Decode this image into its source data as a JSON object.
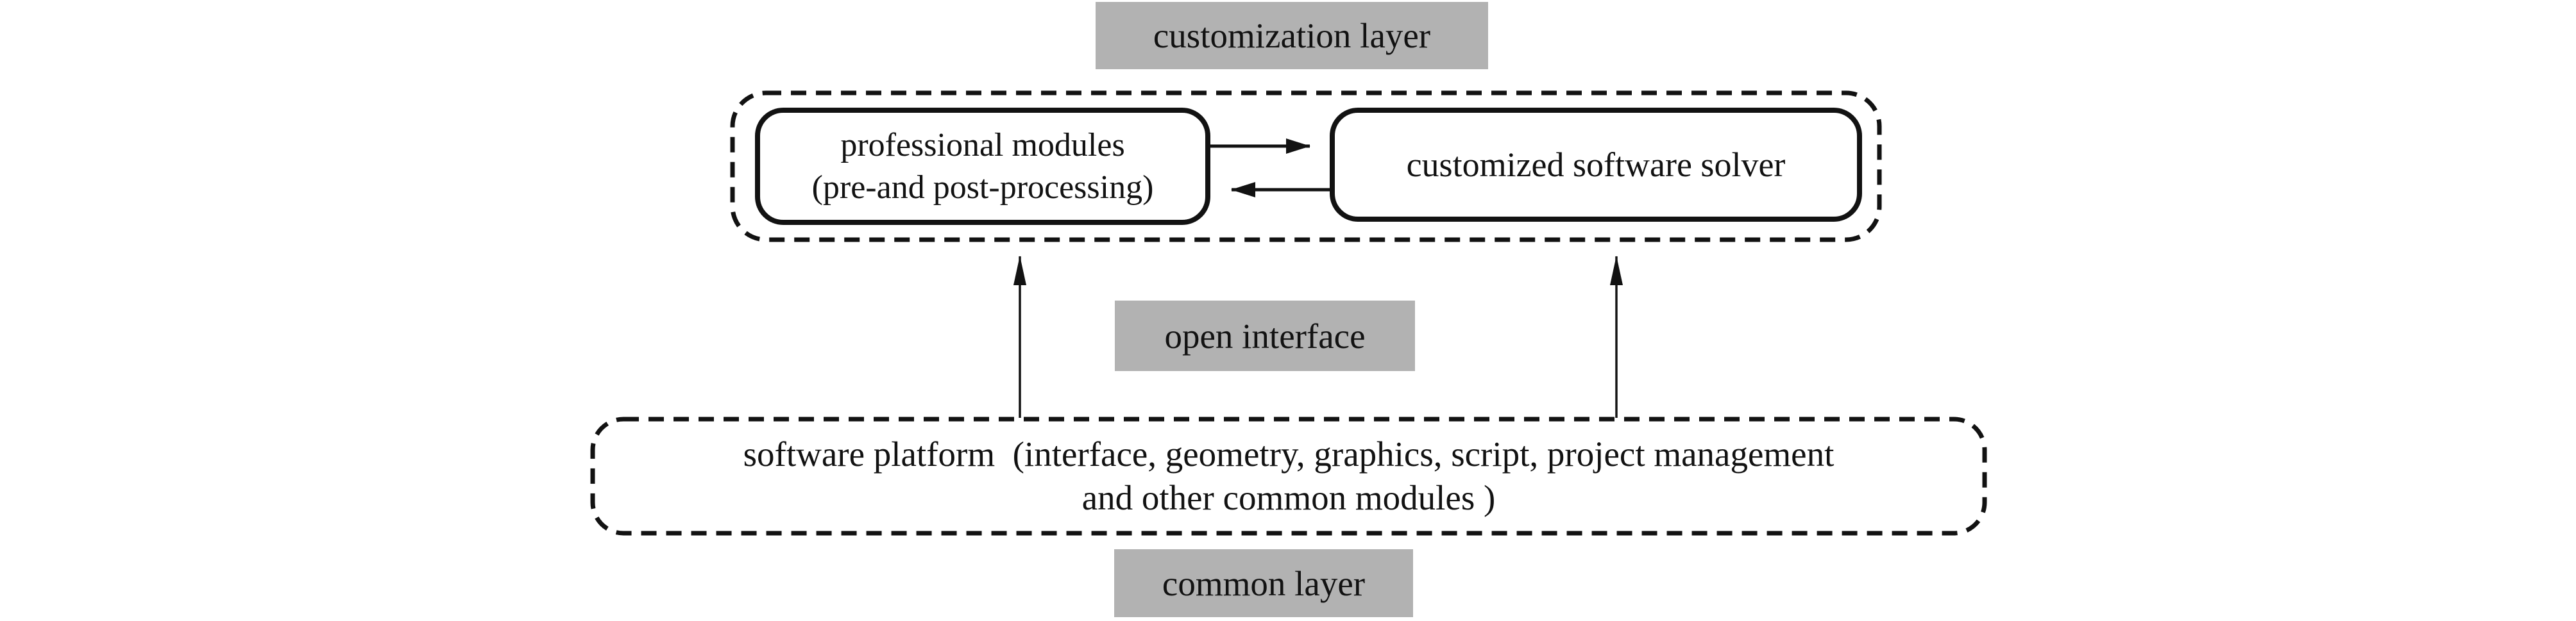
{
  "figure": {
    "layer_labels": {
      "customization": "customization layer",
      "open_interface": "open interface",
      "common": "common layer"
    },
    "nodes": {
      "professional_modules_line1": "professional modules",
      "professional_modules_line2": "(pre-and post-processing)",
      "customized_solver": "customized software solver",
      "software_platform_line1": "software platform  (interface, geometry, graphics, script, project management",
      "software_platform_line2": "and other common modules )"
    },
    "connections": [
      {
        "from": "professional-modules",
        "to": "customized-software-solver",
        "direction": "right"
      },
      {
        "from": "customized-software-solver",
        "to": "professional-modules",
        "direction": "left"
      },
      {
        "from": "software-platform",
        "to": "customization-layer-group",
        "at": "left",
        "direction": "up"
      },
      {
        "from": "software-platform",
        "to": "customization-layer-group",
        "at": "right",
        "direction": "up"
      }
    ],
    "colors": {
      "label_bg": "#b2b2b2",
      "ink": "#121212",
      "background": "#ffffff"
    }
  }
}
